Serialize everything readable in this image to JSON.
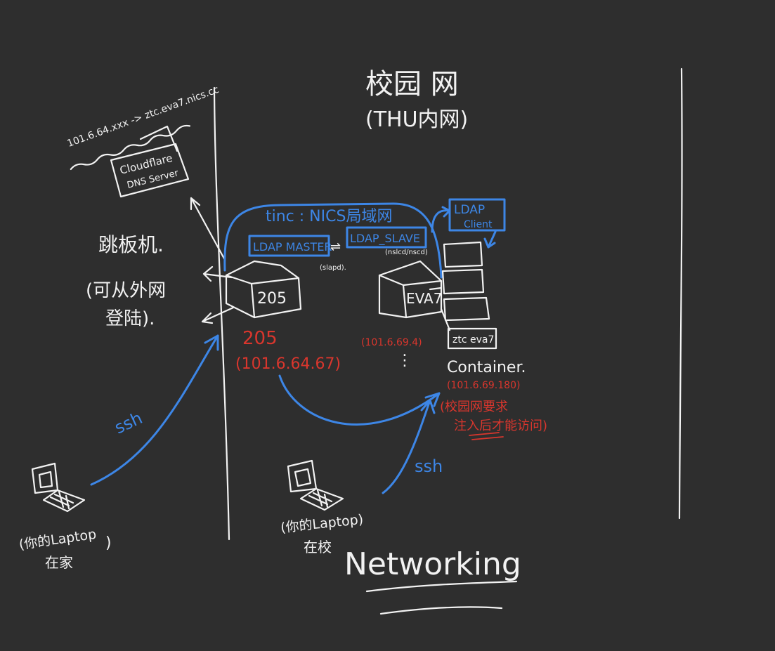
{
  "campus": {
    "title": "校园 网",
    "subtitle": "(THU内网)"
  },
  "dns": {
    "mapping": "101.6.64.xxx -> ztc.eva7.nics.cc",
    "box_line1": "Cloudflare",
    "box_line2": "DNS Server"
  },
  "jump_host": {
    "title": "跳板机.",
    "note_line1": "(可从外网",
    "note_line2": "登陆)."
  },
  "tinc": {
    "label": "tinc : NICS局域网"
  },
  "ldap": {
    "master": "LDAP MASTER",
    "arrow": "⇌",
    "slave": "LDAP_SLAVE",
    "client_line1": "LDAP",
    "client_line2": "Client",
    "slapd": "(slapd).",
    "nslcd": "(nslcd/nscd)"
  },
  "server_205": {
    "box_label": "205",
    "name": "205",
    "ip": "(101.6.64.67)"
  },
  "server_eva": {
    "box_label": "EVA7",
    "ip": "(101.6.69.4)",
    "dots": "⋮"
  },
  "container": {
    "tag": "ztc eva7",
    "label": "Container.",
    "ip": "(101.6.69.180)",
    "note_line1": "(校园网要求",
    "note_line2": "注入后才能访问)"
  },
  "ssh_left": "ssh",
  "ssh_right": "ssh",
  "laptop_home": {
    "line1": "(你的Laptop",
    "close": ")",
    "line2": "在家"
  },
  "laptop_campus": {
    "line1": "(你的Laptop)",
    "line2": "在校"
  },
  "footer": {
    "title": "Networking"
  }
}
